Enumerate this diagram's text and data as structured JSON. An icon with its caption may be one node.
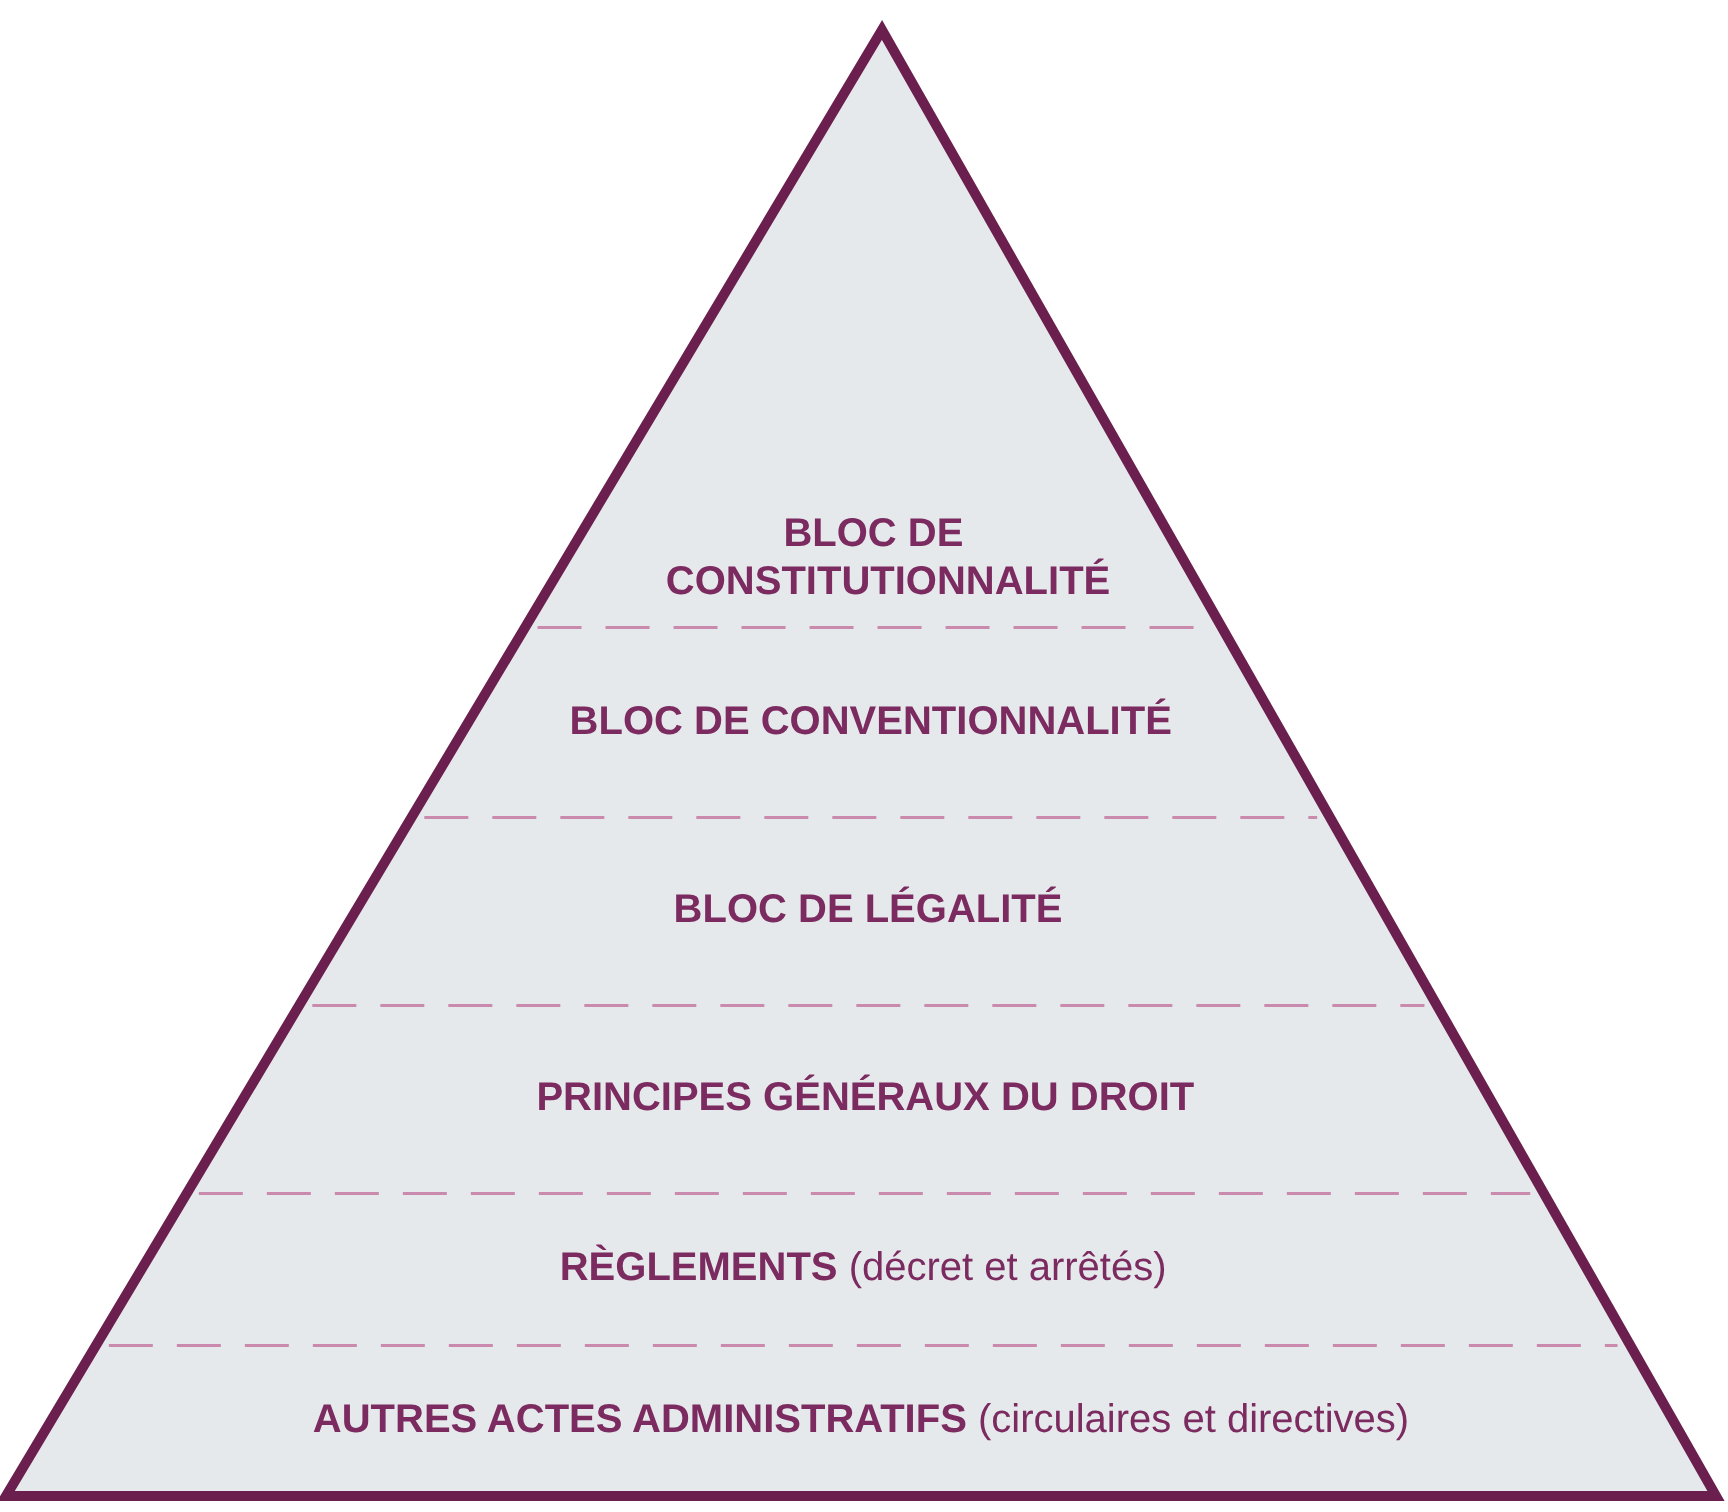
{
  "diagram": {
    "nodes": [
      {
        "text": [
          "BLOC DE CONSTITUTIONNALITÉ"
        ]
      },
      {
        "text": [
          "BLOC DE CONVENTIONNALITÉ"
        ]
      },
      {
        "text": [
          "BLOC DE LÉGALITÉ"
        ]
      },
      {
        "text": [
          "PRINCIPES GÉNÉRAUX DU DROIT"
        ]
      },
      {
        "text": [
          "**RÈGLEMENTS** (décret et arrêtés)"
        ]
      },
      {
        "text": [
          "**AUTRES ACTES ADMINISTRATIFS** (circulaires et directives)"
        ]
      }
    ]
  }
}
